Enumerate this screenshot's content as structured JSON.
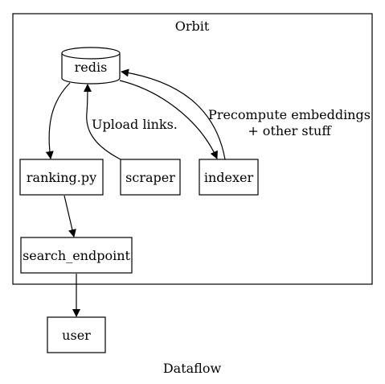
{
  "graph": {
    "label": "Dataflow",
    "cluster": {
      "label": "Orbit"
    },
    "nodes": {
      "redis": "redis",
      "ranking": "ranking.py",
      "scraper": "scraper",
      "indexer": "indexer",
      "search_endpoint": "search_endpoint",
      "user": "user"
    },
    "edge_labels": {
      "scraper_to_redis": "Upload links.",
      "redis_indexer_line1": "Precompute embeddings",
      "redis_indexer_line2": "+ other stuff"
    }
  }
}
